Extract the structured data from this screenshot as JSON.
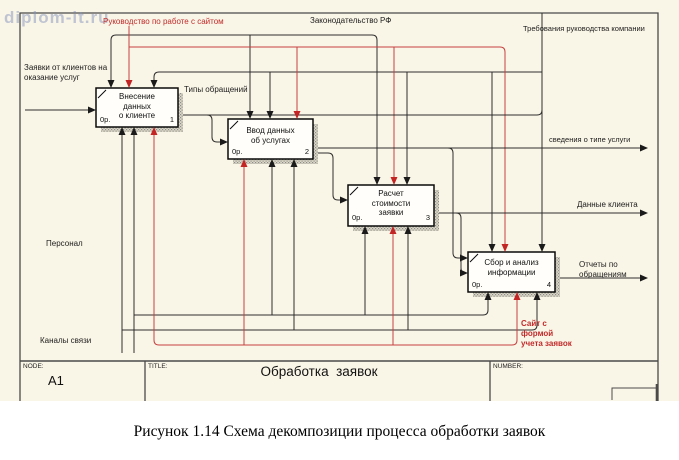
{
  "watermark": "diplom-it.ru",
  "controls": {
    "guide": "Руководство по работе с сайтом",
    "legislation": "Законодательство РФ",
    "requirements": "Требования руководства компании"
  },
  "inputs": {
    "requests": "Заявки от клиентов на\nоказание услуг"
  },
  "mechanisms": {
    "personnel": "Персонал",
    "channels": "Каналы связи",
    "site": "Сайт с\nформой\nучета заявок"
  },
  "flows": {
    "types": "Типы обращений",
    "service_type": "сведения о типе услуги",
    "client_data": "Данные клиента",
    "reports": "Отчеты по\nобращениям"
  },
  "boxes": [
    {
      "title": "Внесение\nданных\nо клиенте",
      "cost": "0р.",
      "num": "1"
    },
    {
      "title": "Ввод данных\nоб услугах",
      "cost": "0р.",
      "num": "2"
    },
    {
      "title": "Расчет\nстоимости\nзаявки",
      "cost": "0р.",
      "num": "3"
    },
    {
      "title": "Сбор и анализ\nинформации",
      "cost": "0р.",
      "num": "4"
    }
  ],
  "footer": {
    "node_label": "NODE:",
    "node_value": "A1",
    "title_label": "TITLE:",
    "title_value": "Обработка  заявок",
    "number_label": "NUMBER:"
  },
  "caption": "Рисунок 1.14 Схема декомпозиции процесса обработки заявок",
  "colors": {
    "background": "#faf6e7",
    "line_black": "#2d2d2d",
    "line_red": "#c64040",
    "box_fill": "#fffefa",
    "watermark": "#8291be"
  }
}
